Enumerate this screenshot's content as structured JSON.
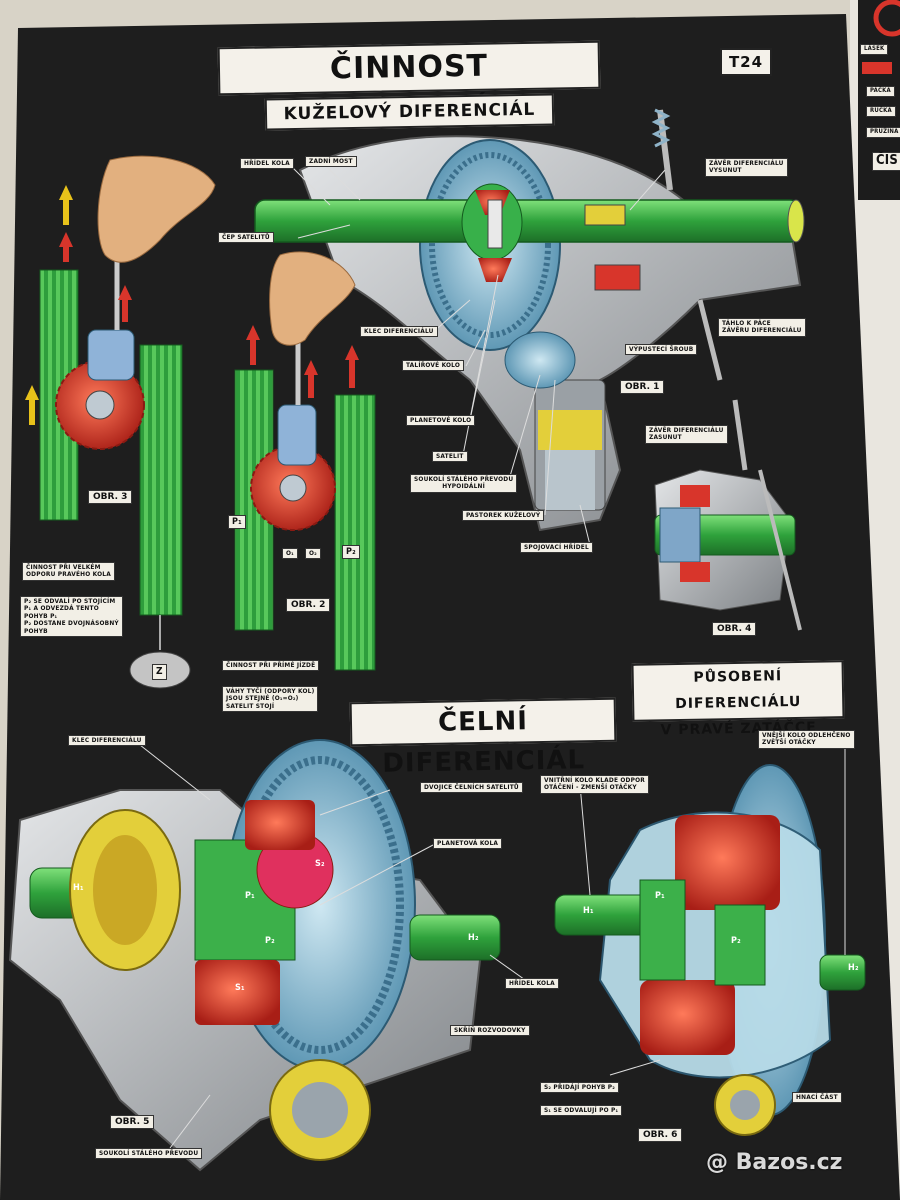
{
  "poster": {
    "code": "T24",
    "title": "ČINNOST DIFERENCIÁLU",
    "subtitle": "KUŽELOVÝ DIFERENCIÁL",
    "section2_title": "ČELNÍ DIFERENCIÁL",
    "section3_title": "PŮSOBENÍ DIFERENCIÁLU\nV PRAVÉ ZATÁČCE"
  },
  "figure_labels": {
    "obr1": "OBR. 1",
    "obr2": "OBR. 2",
    "obr3": "OBR. 3",
    "obr4": "OBR. 4",
    "obr5": "OBR. 5",
    "obr6": "OBR. 6"
  },
  "callouts_fig1": {
    "hridel_kola": "HŘÍDEL KOLA",
    "zadni_most": "ZADNÍ MOST",
    "cep_satelitu": "ČEP SATELITŮ",
    "zaver_vysunut": "ZÁVĚR DIFERENCIÁLU\nVYSUNUT",
    "klec": "KLEC DIFERENCIÁLU",
    "talirove_kolo": "TALÍŘOVÉ KOLO",
    "planetove_kolo": "PLANETOVÉ KOLO",
    "satelit": "SATELIT",
    "soukoli": "SOUKOLÍ STÁLÉHO PŘEVODU\nHYPOIDÁLNÍ",
    "pastorek": "PASTOREK KUŽELOVÝ",
    "spojovaci": "SPOJOVACÍ HŘÍDEL",
    "vyposteci": "VÝPUSTECÍ ŠROUB",
    "tahlo": "TÁHLO K PÁCE\nZÁVĚRU DIFERENCIÁLU",
    "zaver_zasunut": "ZÁVĚR DIFERENCIÁLU\nZASUNUT"
  },
  "callouts_fig23": {
    "cinnost_velkem": "ČINNOST PŘI VELKÉM\nODPORU PRAVÉHO KOLA",
    "p2_odvali": "P₂ SE ODVALÍ PO STOJÍCÍM\nP₁ A ODVEZDÁ TENTO\nPOHYB P₁\nP₂ DOSTANE DVOJNÁSOBNÝ\nPOHYB",
    "cinnost_prime": "ČINNOST PŘI PŘÍMÉ JÍZDĚ",
    "vahy_tyci": "VÁHY TYČÍ (ODPORY KOL)\nJSOU STEJNÉ (O₁=O₂)\nSATELIT STOJÍ",
    "rack_p1": "P₁",
    "rack_p2": "P₂",
    "weight_z": "Z",
    "o1": "O₁",
    "o2": "O₂"
  },
  "callouts_fig5": {
    "klec": "KLEC DIFERENCIÁLU",
    "dvojice": "DVOJICE ČELNÍCH SATELITŮ",
    "planetova": "PLANETOVÁ KOLA",
    "hridel_kola": "HŘÍDEL KOLA",
    "skrin": "SKŘÍŇ ROZVODOVKY",
    "soukoli": "SOUKOLÍ STÁLÉHO PŘEVODU",
    "h1": "H₁",
    "h2": "H₂",
    "s1": "S₁",
    "s2": "S₂",
    "p1": "P₁",
    "p2": "P₂"
  },
  "callouts_fig6": {
    "vnejsi": "VNĚJŠÍ KOLO ODLEHČENO\nZVĚTŠÍ OTÁČKY",
    "vnitrni": "VNITŘNÍ KOLO KLADE ODPOR\nOTÁČENÍ - ZMENŠÍ OTÁČKY",
    "s2_pridaji": "S₂ PŘIDÁJÍ POHYB P₂",
    "s1_odvaluji": "S₁ SE ODVALUJÍ PO P₁",
    "hnaci": "HNACÍ ČÁST",
    "h1": "H₁",
    "h2": "H₂",
    "p1": "P₁",
    "p2": "P₂"
  },
  "side_poster": {
    "items": [
      "LÁSEK",
      "PÁČKA",
      "RUČKA",
      "PRUŽINA",
      "ČIS"
    ]
  },
  "watermark": "@ Bazos.cz",
  "colors": {
    "background": "#1e1e1e",
    "gear_green": "#3cb04a",
    "gear_red": "#d8352b",
    "housing_grey": "#b9bcbf",
    "ring_blue": "#8fc3da",
    "bearing_yellow": "#e3cf3a",
    "arrow_red": "#d8352b",
    "arrow_yellow": "#e8c21a"
  }
}
